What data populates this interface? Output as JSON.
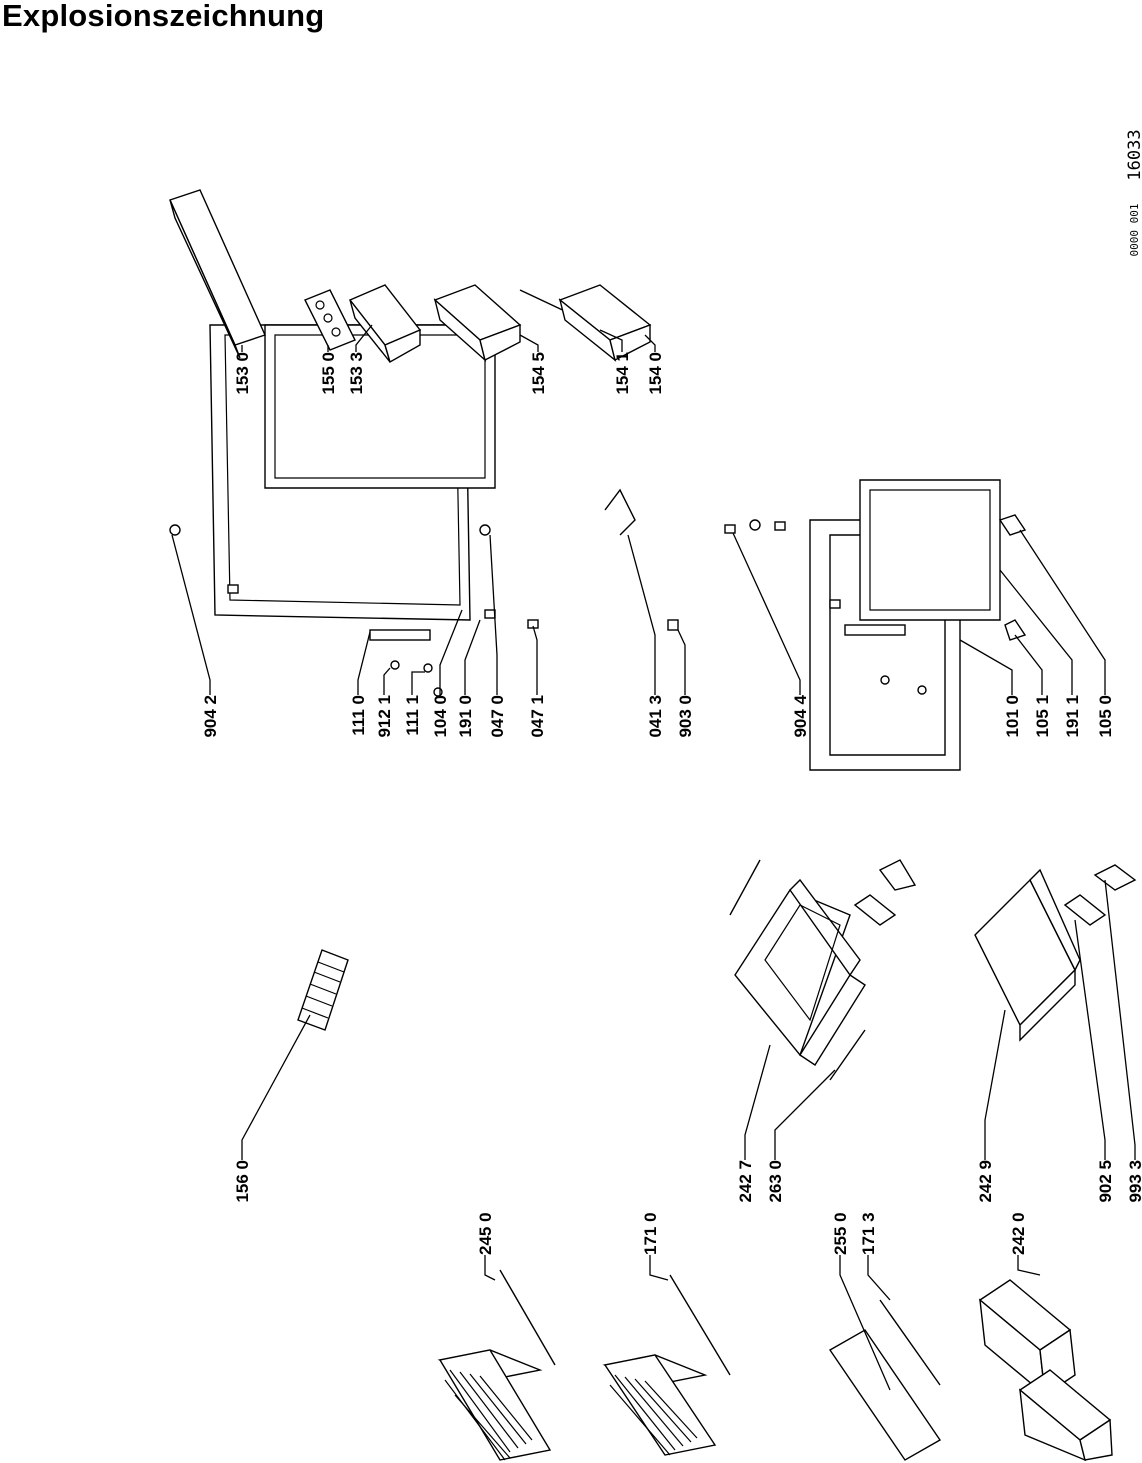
{
  "title": "Explosionszeichnung",
  "doc_code": "16033",
  "doc_code_small": "0000 001",
  "part_labels": [
    "156 0",
    "245 0",
    "171 0",
    "242 7",
    "263 0",
    "255 0",
    "171 3",
    "242 9",
    "242 0",
    "902 5",
    "993 3",
    "904 2",
    "111 0",
    "912 1",
    "111 1",
    "104 0",
    "191 0",
    "047 0",
    "047 1",
    "041 3",
    "903 0",
    "904 4",
    "101 0",
    "105 1",
    "191 1",
    "105 0",
    "153 0",
    "155 0",
    "153 3",
    "154 5",
    "154 1",
    "154 0"
  ]
}
